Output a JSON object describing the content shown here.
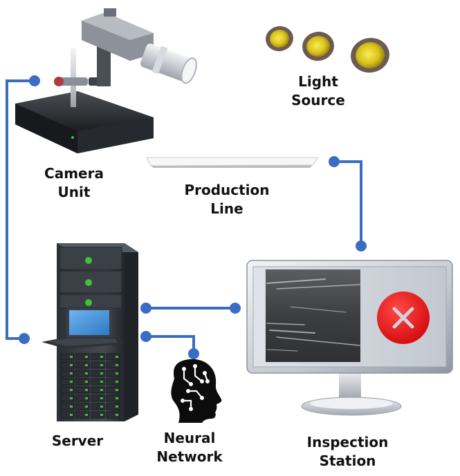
{
  "colors": {
    "connector": "#3b6cc4",
    "reject_red": "#e8141a",
    "label_text": "#111111",
    "rack_dark": "#34383e",
    "indicator_green": "#3ec23a",
    "lens_yellow": "#e6d21e"
  },
  "nodes": {
    "camera_unit": {
      "line1": "Camera",
      "line2": "Unit",
      "icon": "camera-unit-icon"
    },
    "light_source": {
      "line1": "Light",
      "line2": "Source",
      "icon": "light-source-icon"
    },
    "production_line": {
      "line1": "Production",
      "line2": "Line",
      "icon": "production-line-icon"
    },
    "server": {
      "line1": "Server",
      "icon": "server-rack-icon"
    },
    "neural_network": {
      "line1": "Neural",
      "line2": "Network",
      "icon": "neural-network-head-icon"
    },
    "inspection_station": {
      "line1": "Inspection",
      "line2": "Station",
      "icon": "monitor-icon",
      "status_icon": "reject-x-icon"
    }
  },
  "connections": [
    {
      "from": "camera_unit",
      "to": "server"
    },
    {
      "from": "production_line",
      "to": "inspection_station"
    },
    {
      "from": "server",
      "to": "inspection_station"
    },
    {
      "from": "server",
      "to": "neural_network"
    }
  ]
}
